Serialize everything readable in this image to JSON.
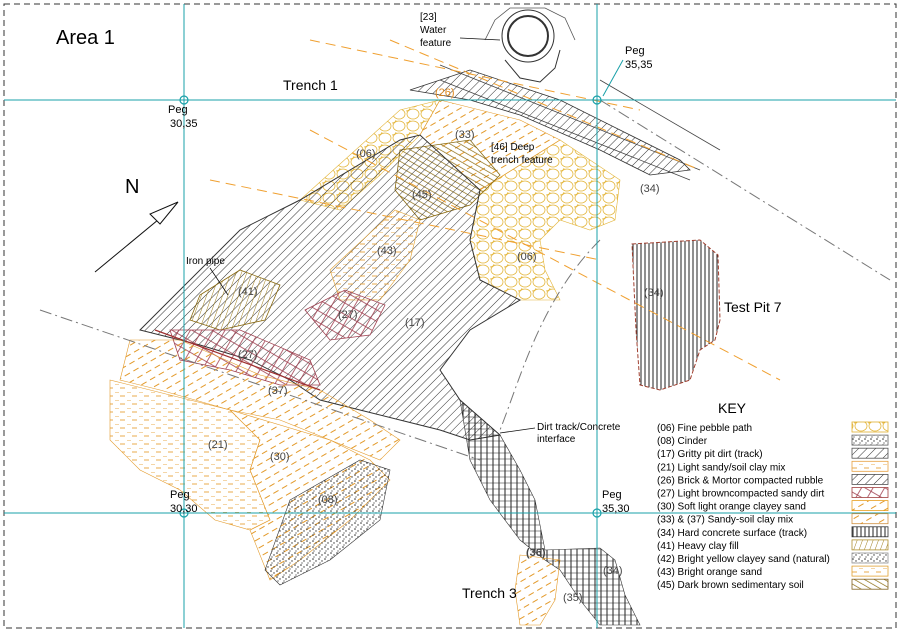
{
  "title": "Area 1",
  "north": "N",
  "trenches": {
    "t1": "Trench 1",
    "t3": "Trench 3"
  },
  "test_pit": "Test Pit 7",
  "pegs": {
    "p1_name": "Peg",
    "p1_coord": "30,35",
    "p2_name": "Peg",
    "p2_coord": "35,35",
    "p3_name": "Peg",
    "p3_coord": "30,30",
    "p4_name": "Peg",
    "p4_coord": "35,30"
  },
  "features": {
    "water_l1": "[23]",
    "water_l2": "Water",
    "water_l3": "feature",
    "deep_l1": "[46] Deep",
    "deep_l2": "trench feature",
    "iron_pipe": "Iron pipe",
    "dirt_l1": "Dirt track/Concrete",
    "dirt_l2": "interface"
  },
  "context_labels": {
    "c26": "(26)",
    "c33": "(33)",
    "c06a": "(06)",
    "c06b": "(06)",
    "c45": "(45)",
    "c43": "(43)",
    "c41": "(41)",
    "c27a": "(27)",
    "c27b": "(27)",
    "c17": "(17)",
    "c37": "(37)",
    "c21": "(21)",
    "c30": "(30)",
    "c08": "(08)",
    "c36": "(36)",
    "c35": "(35)",
    "c34a": "(34)",
    "c34b": "(34)",
    "c34c": "(34)"
  },
  "key": {
    "title": "KEY",
    "items": [
      {
        "label": "(06) Fine pebble path",
        "color": "#e0b030"
      },
      {
        "label": "(08) Cinder",
        "color": "#606060"
      },
      {
        "label": "(17) Gritty pit dirt (track)",
        "color": "#505050"
      },
      {
        "label": "(21) Light sandy/soil clay mix",
        "color": "#e6a040"
      },
      {
        "label": "(26) Brick & Mortor compacted rubble",
        "color": "#505050"
      },
      {
        "label": "(27) Light browncompacted sandy dirt",
        "color": "#a04040"
      },
      {
        "label": "(30) Soft light orange clayey sand",
        "color": "#e8a020"
      },
      {
        "label": "(33) & (37) Sandy-soil clay mix",
        "color": "#d09040"
      },
      {
        "label": "(34) Hard concrete surface (track)",
        "color": "#303030"
      },
      {
        "label": "(41) Heavy clay fill",
        "color": "#b09030"
      },
      {
        "label": "(42) Bright yellow clayey sand (natural)",
        "color": "#909090"
      },
      {
        "label": "(43) Bright orange sand",
        "color": "#e0a030"
      },
      {
        "label": "(45) Dark brown sedimentary soil",
        "color": "#806020"
      }
    ]
  }
}
